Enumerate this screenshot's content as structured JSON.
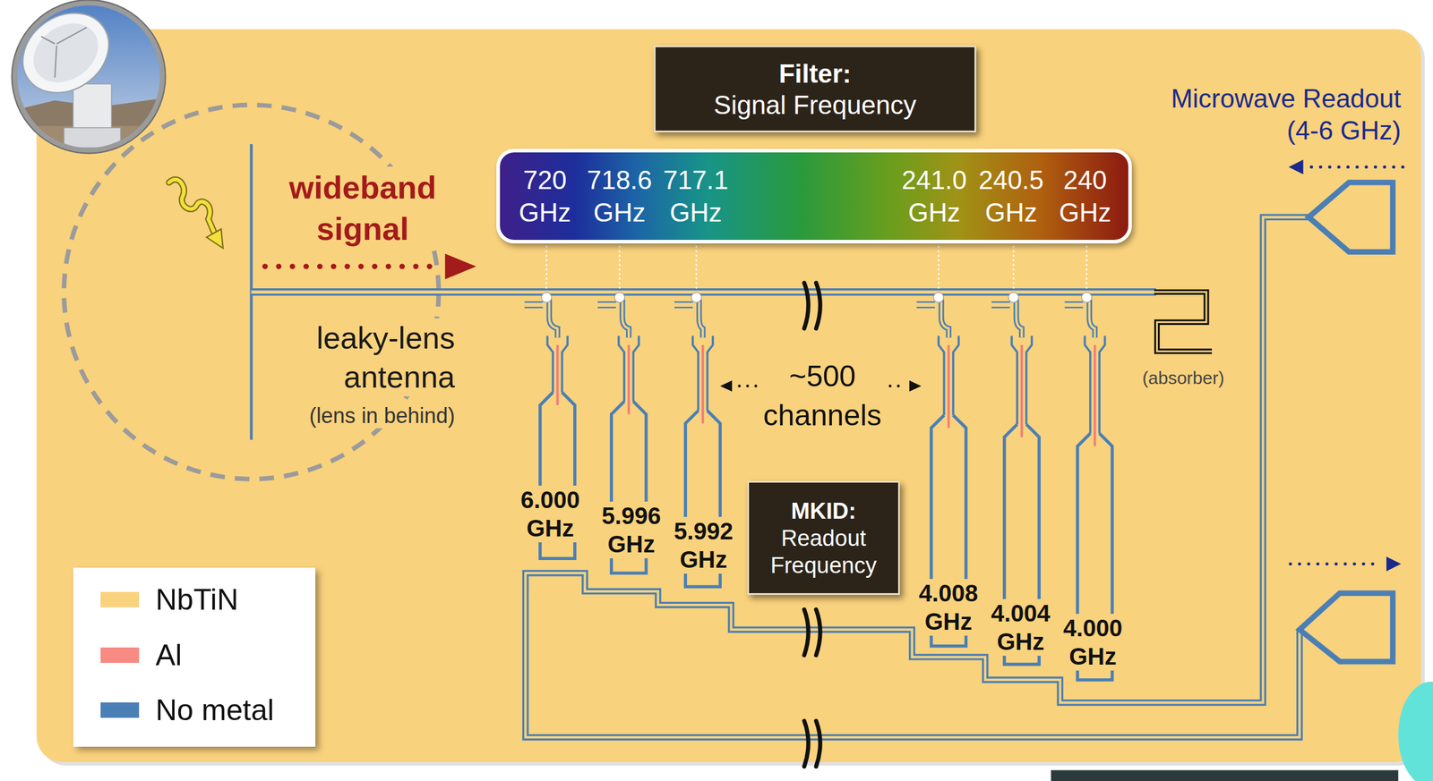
{
  "diagram": {
    "nodes": [
      {
        "text": [
          "Filter:",
          "Signal Frequency"
        ]
      },
      {
        "text": [
          "720 GHz",
          "718.6 GHz",
          "717.1 GHz",
          "241.0 GHz",
          "240.5 GHz",
          "240 GHz"
        ]
      },
      {
        "text": [
          "MKID:",
          "Readout Frequency"
        ]
      }
    ],
    "labels": [
      "Microwave Readout (4-6 GHz)",
      "wideband signal",
      "leaky-lens antenna",
      "(lens in behind)",
      "~500 channels",
      "(absorber)",
      "6.000 GHz",
      "5.996 GHz",
      "5.992 GHz",
      "4.008 GHz",
      "4.004 GHz",
      "4.000 GHz"
    ],
    "legend": [
      {
        "text": "NbTiN",
        "color": "#f9d27d"
      },
      {
        "text": "Al",
        "color": "#f78a82"
      },
      {
        "text": "No metal",
        "color": "#4a7fb5"
      }
    ]
  }
}
